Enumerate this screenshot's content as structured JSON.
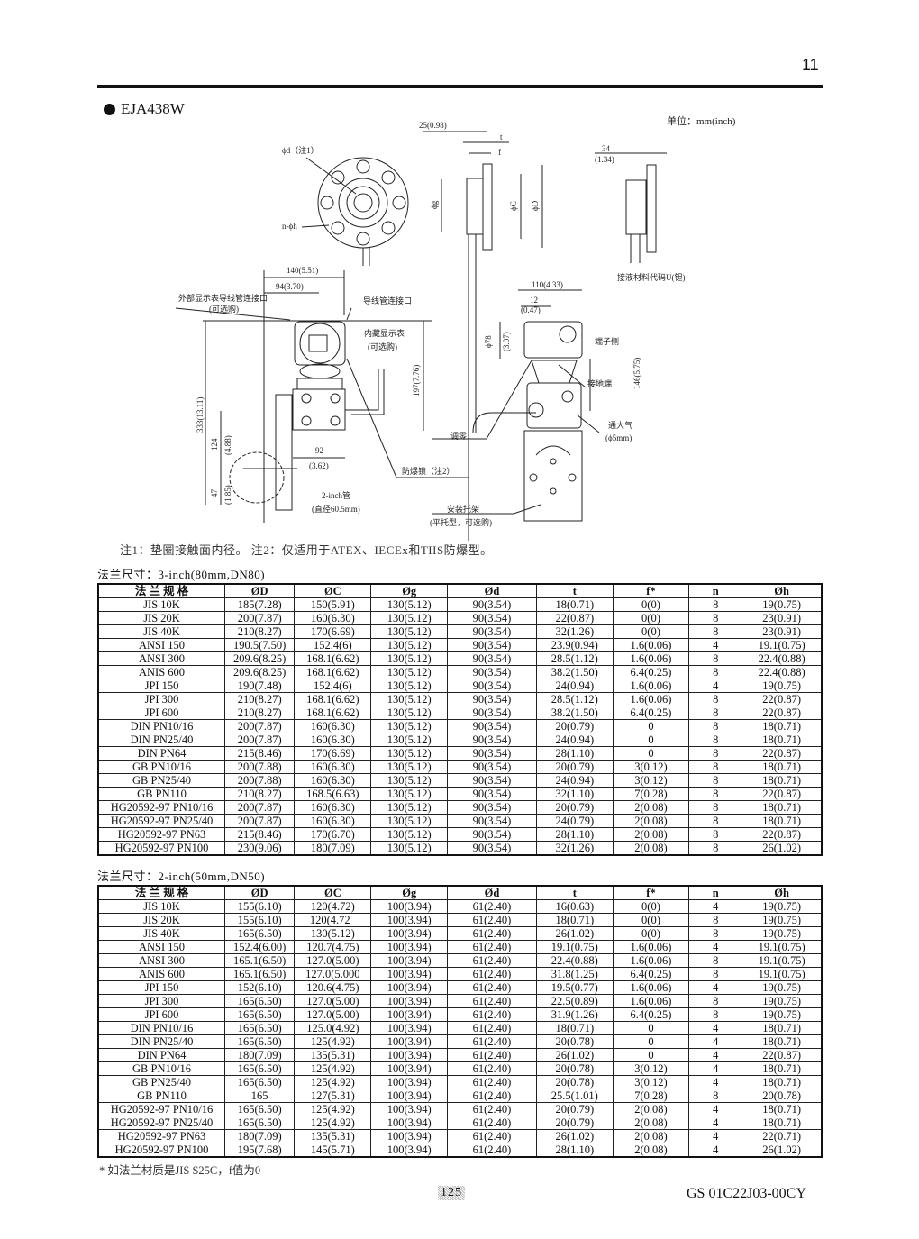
{
  "page_number": "11",
  "model": "EJA438W",
  "drawing": {
    "unit": "单位：mm(inch)",
    "d_note": "ϕd（注1）",
    "nh": "n-ϕh",
    "phi_g": "ϕg",
    "phi_c": "ϕC",
    "phi_d": "ϕD",
    "dim_25": "25(0.98)",
    "t": "t",
    "f": "f",
    "dim_34": "34",
    "dim_34i": "(1.34)",
    "wetted": "接液材料代码U(钽)",
    "dim_140": "140(5.51)",
    "dim_94": "94(3.70)",
    "ext_conduit": "外部显示表导线管连接口",
    "ext_opt": "(可选购)",
    "conduit": "导线管连接口",
    "indicator": "内藏显示表",
    "indicator_opt": "(可选购)",
    "dim_197": "197(7.76)",
    "dim_333": "333(13.11)",
    "dim_124": "124",
    "dim_124i": "(4.88)",
    "dim_47": "47",
    "dim_47i": "(1.85)",
    "dim_92": "92",
    "dim_92i": "(3.62)",
    "lock": "防爆锁（注2）",
    "pipe": "2-inch管",
    "pipe_dia": "(直径60.5mm)",
    "dim_110": "110(4.33)",
    "dim_12": "12",
    "dim_12i": "(0.47)",
    "dim_78": "ϕ78",
    "dim_78i": "(3.07)",
    "terminal": "端子侧",
    "dim_146": "146(5.75)",
    "ground": "接地端",
    "zero": "调零",
    "vent": "通大气",
    "vent_dia": "(ϕ5mm)",
    "bracket": "安装托架",
    "bracket_opt": "(平托型，可选购)"
  },
  "notes": "注1：垫圈接触面内径。   注2：仅适用于ATEX、IECEx和TIIS防爆型。",
  "headers": [
    "法 兰 规 格",
    "ØD",
    "ØC",
    "Øg",
    "Ød",
    "t",
    "f*",
    "n",
    "Øh"
  ],
  "table1": {
    "caption": "法兰尺寸：3-inch(80mm,DN80)",
    "rows": [
      [
        "JIS 10K",
        "185(7.28)",
        "150(5.91)",
        "130(5.12)",
        "90(3.54)",
        "18(0.71)",
        "0(0)",
        "8",
        "19(0.75)"
      ],
      [
        "JIS 20K",
        "200(7.87)",
        "160(6.30)",
        "130(5.12)",
        "90(3.54)",
        "22(0.87)",
        "0(0)",
        "8",
        "23(0.91)"
      ],
      [
        "JIS 40K",
        "210(8.27)",
        "170(6.69)",
        "130(5.12)",
        "90(3.54)",
        "32(1.26)",
        "0(0)",
        "8",
        "23(0.91)"
      ],
      [
        "ANSI 150",
        "190.5(7.50)",
        "152.4(6)",
        "130(5.12)",
        "90(3.54)",
        "23.9(0.94)",
        "1.6(0.06)",
        "4",
        "19.1(0.75)"
      ],
      [
        "ANSI 300",
        "209.6(8.25)",
        "168.1(6.62)",
        "130(5.12)",
        "90(3.54)",
        "28.5(1.12)",
        "1.6(0.06)",
        "8",
        "22.4(0.88)"
      ],
      [
        "ANIS 600",
        "209.6(8.25)",
        "168.1(6.62)",
        "130(5.12)",
        "90(3.54)",
        "38.2(1.50)",
        "6.4(0.25)",
        "8",
        "22.4(0.88)"
      ],
      [
        "JPI 150",
        "190(7.48)",
        "152.4(6)",
        "130(5.12)",
        "90(3.54)",
        "24(0.94)",
        "1.6(0.06)",
        "4",
        "19(0.75)"
      ],
      [
        "JPI 300",
        "210(8.27)",
        "168.1(6.62)",
        "130(5.12)",
        "90(3.54)",
        "28.5(1.12)",
        "1.6(0.06)",
        "8",
        "22(0.87)"
      ],
      [
        "JPI 600",
        "210(8.27)",
        "168.1(6.62)",
        "130(5.12)",
        "90(3.54)",
        "38.2(1.50)",
        "6.4(0.25)",
        "8",
        "22(0.87)"
      ],
      [
        "DIN PN10/16",
        "200(7.87)",
        "160(6.30)",
        "130(5.12)",
        "90(3.54)",
        "20(0.79)",
        "0",
        "8",
        "18(0.71)"
      ],
      [
        "DIN PN25/40",
        "200(7.87)",
        "160(6.30)",
        "130(5.12)",
        "90(3.54)",
        "24(0.94)",
        "0",
        "8",
        "18(0.71)"
      ],
      [
        "DIN PN64",
        "215(8.46)",
        "170(6.69)",
        "130(5.12)",
        "90(3.54)",
        "28(1.10)",
        "0",
        "8",
        "22(0.87)"
      ],
      [
        "GB PN10/16",
        "200(7.88)",
        "160(6.30)",
        "130(5.12)",
        "90(3.54)",
        "20(0.79)",
        "3(0.12)",
        "8",
        "18(0.71)"
      ],
      [
        "GB PN25/40",
        "200(7.88)",
        "160(6.30)",
        "130(5.12)",
        "90(3.54)",
        "24(0.94)",
        "3(0.12)",
        "8",
        "18(0.71)"
      ],
      [
        "GB PN110",
        "210(8.27)",
        "168.5(6.63)",
        "130(5.12)",
        "90(3.54)",
        "32(1.10)",
        "7(0.28)",
        "8",
        "22(0.87)"
      ],
      [
        "HG20592-97 PN10/16",
        "200(7.87)",
        "160(6.30)",
        "130(5.12)",
        "90(3.54)",
        "20(0.79)",
        "2(0.08)",
        "8",
        "18(0.71)"
      ],
      [
        "HG20592-97 PN25/40",
        "200(7.87)",
        "160(6.30)",
        "130(5.12)",
        "90(3.54)",
        "24(0.79)",
        "2(0.08)",
        "8",
        "18(0.71)"
      ],
      [
        "HG20592-97 PN63",
        "215(8.46)",
        "170(6.70)",
        "130(5.12)",
        "90(3.54)",
        "28(1.10)",
        "2(0.08)",
        "8",
        "22(0.87)"
      ],
      [
        "HG20592-97 PN100",
        "230(9.06)",
        "180(7.09)",
        "130(5.12)",
        "90(3.54)",
        "32(1.26)",
        "2(0.08)",
        "8",
        "26(1.02)"
      ]
    ]
  },
  "table2": {
    "caption": "法兰尺寸：2-inch(50mm,DN50)",
    "rows": [
      [
        "JIS 10K",
        "155(6.10)",
        "120(4.72)",
        "100(3.94)",
        "61(2.40)",
        "16(0.63)",
        "0(0)",
        "4",
        "19(0.75)"
      ],
      [
        "JIS 20K",
        "155(6.10)",
        "120(4.72_",
        "100(3.94)",
        "61(2.40)",
        "18(0.71)",
        "0(0)",
        "8",
        "19(0.75)"
      ],
      [
        "JIS 40K",
        "165(6.50)",
        "130(5.12)",
        "100(3.94)",
        "61(2.40)",
        "26(1.02)",
        "0(0)",
        "8",
        "19(0.75)"
      ],
      [
        "ANSI 150",
        "152.4(6.00)",
        "120.7(4.75)",
        "100(3.94)",
        "61(2.40)",
        "19.1(0.75)",
        "1.6(0.06)",
        "4",
        "19.1(0.75)"
      ],
      [
        "ANSI 300",
        "165.1(6.50)",
        "127.0(5.00)",
        "100(3.94)",
        "61(2.40)",
        "22.4(0.88)",
        "1.6(0.06)",
        "8",
        "19.1(0.75)"
      ],
      [
        "ANIS 600",
        "165.1(6.50)",
        "127.0(5.000",
        "100(3.94)",
        "61(2.40)",
        "31.8(1.25)",
        "6.4(0.25)",
        "8",
        "19.1(0.75)"
      ],
      [
        "JPI 150",
        "152(6.10)",
        "120.6(4.75)",
        "100(3.94)",
        "61(2.40)",
        "19.5(0.77)",
        "1.6(0.06)",
        "4",
        "19(0.75)"
      ],
      [
        "JPI 300",
        "165(6.50)",
        "127.0(5.00)",
        "100(3.94)",
        "61(2.40)",
        "22.5(0.89)",
        "1.6(0.06)",
        "8",
        "19(0.75)"
      ],
      [
        "JPI 600",
        "165(6.50)",
        "127.0(5.00)",
        "100(3.94)",
        "61(2.40)",
        "31.9(1.26)",
        "6.4(0.25)",
        "8",
        "19(0.75)"
      ],
      [
        "DIN PN10/16",
        "165(6.50)",
        "125.0(4.92)",
        "100(3.94)",
        "61(2.40)",
        "18(0.71)",
        "0",
        "4",
        "18(0.71)"
      ],
      [
        "DIN PN25/40",
        "165(6.50)",
        "125(4.92)",
        "100(3.94)",
        "61(2.40)",
        "20(0.78)",
        "0",
        "4",
        "18(0.71)"
      ],
      [
        "DIN PN64",
        "180(7.09)",
        "135(5.31)",
        "100(3.94)",
        "61(2.40)",
        "26(1.02)",
        "0",
        "4",
        "22(0.87)"
      ],
      [
        "GB PN10/16",
        "165(6.50)",
        "125(4.92)",
        "100(3.94)",
        "61(2.40)",
        "20(0.78)",
        "3(0.12)",
        "4",
        "18(0.71)"
      ],
      [
        "GB PN25/40",
        "165(6.50)",
        "125(4.92)",
        "100(3.94)",
        "61(2.40)",
        "20(0.78)",
        "3(0.12)",
        "4",
        "18(0.71)"
      ],
      [
        "GB PN110",
        "165",
        "127(5.31)",
        "100(3.94)",
        "61(2.40)",
        "25.5(1.01)",
        "7(0.28)",
        "8",
        "20(0.78)"
      ],
      [
        "HG20592-97 PN10/16",
        "165(6.50)",
        "125(4.92)",
        "100(3.94)",
        "61(2.40)",
        "20(0.79)",
        "2(0.08)",
        "4",
        "18(0.71)"
      ],
      [
        "HG20592-97 PN25/40",
        "165(6.50)",
        "125(4.92)",
        "100(3.94)",
        "61(2.40)",
        "20(0.79)",
        "2(0.08)",
        "4",
        "18(0.71)"
      ],
      [
        "HG20592-97 PN63",
        "180(7.09)",
        "135(5.31)",
        "100(3.94)",
        "61(2.40)",
        "26(1.02)",
        "2(0.08)",
        "4",
        "22(0.71)"
      ],
      [
        "HG20592-97 PN100",
        "195(7.68)",
        "145(5.71)",
        "100(3.94)",
        "61(2.40)",
        "28(1.10)",
        "2(0.08)",
        "4",
        "26(1.02)"
      ]
    ]
  },
  "footnote": "*  如法兰材质是JIS S25C，f值为0",
  "page_label": "125",
  "doc_id": "GS 01C22J03-00CY"
}
